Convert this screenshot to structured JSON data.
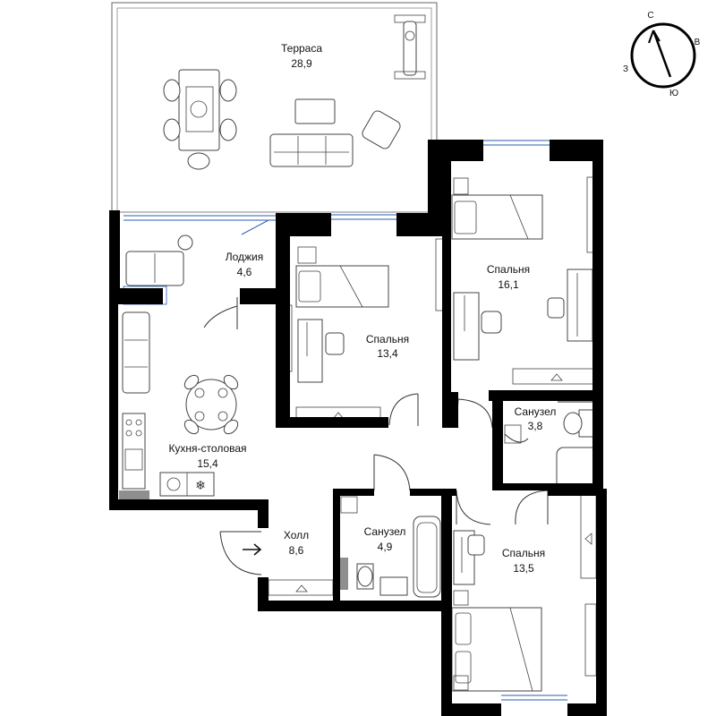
{
  "rooms": [
    {
      "id": "terrace",
      "name": "Терраса",
      "area": "28,9"
    },
    {
      "id": "loggia",
      "name": "Лоджия",
      "area": "4,6"
    },
    {
      "id": "bedroom-a",
      "name": "Спальня",
      "area": "13,4"
    },
    {
      "id": "bedroom-b",
      "name": "Спальня",
      "area": "16,1"
    },
    {
      "id": "bathroom-a",
      "name": "Санузел",
      "area": "3,8"
    },
    {
      "id": "kitchen",
      "name": "Кухня-столовая",
      "area": "15,4"
    },
    {
      "id": "hall",
      "name": "Холл",
      "area": "8,6"
    },
    {
      "id": "bathroom-b",
      "name": "Санузел",
      "area": "4,9"
    },
    {
      "id": "bedroom-c",
      "name": "Спальня",
      "area": "13,5"
    }
  ],
  "compass": {
    "north": "С",
    "east": "В",
    "south": "Ю",
    "west": "З"
  },
  "colors": {
    "wall": "#000000",
    "window": "#2a5db0",
    "fixture_gray": "#8e8e8e"
  }
}
